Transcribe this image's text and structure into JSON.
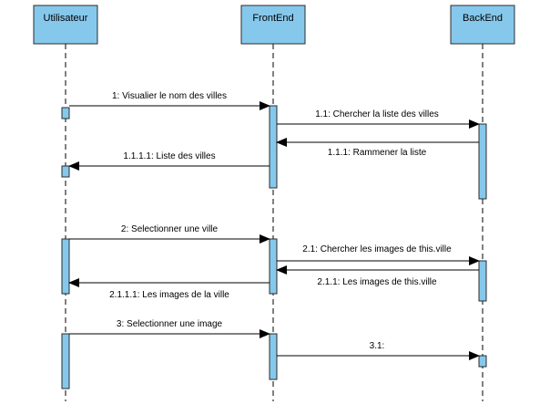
{
  "colors": {
    "participant_fill": "#86c8ec",
    "participant_stroke": "#2b2b2b",
    "activation_fill": "#86c8ec",
    "lifeline_stroke": "#000000",
    "message_stroke": "#000000",
    "background": "#ffffff"
  },
  "participants": [
    {
      "id": "user",
      "label": "Utilisateur"
    },
    {
      "id": "front",
      "label": "FrontEnd"
    },
    {
      "id": "back",
      "label": "BackEnd"
    }
  ],
  "messages": [
    {
      "id": "m1",
      "label": "1: Visualier le nom des villes",
      "from": "user",
      "to": "front"
    },
    {
      "id": "m1_1",
      "label": "1.1: Chercher la liste des villes",
      "from": "front",
      "to": "back"
    },
    {
      "id": "m1_1_1",
      "label": "1.1.1: Rammener la liste",
      "from": "back",
      "to": "front"
    },
    {
      "id": "m1_1_1_1",
      "label": "1.1.1.1: Liste des villes",
      "from": "front",
      "to": "user"
    },
    {
      "id": "m2",
      "label": "2: Selectionner une ville",
      "from": "user",
      "to": "front"
    },
    {
      "id": "m2_1",
      "label": "2.1: Chercher les images de this.ville",
      "from": "front",
      "to": "back"
    },
    {
      "id": "m2_1_1",
      "label": "2.1.1: Les images de this.ville",
      "from": "back",
      "to": "front"
    },
    {
      "id": "m2_1_1_1",
      "label": "2.1.1.1: Les images de la ville",
      "from": "front",
      "to": "user"
    },
    {
      "id": "m3",
      "label": "3: Selectionner une image",
      "from": "user",
      "to": "front"
    },
    {
      "id": "m3_1",
      "label": "3.1:",
      "from": "front",
      "to": "back"
    }
  ]
}
